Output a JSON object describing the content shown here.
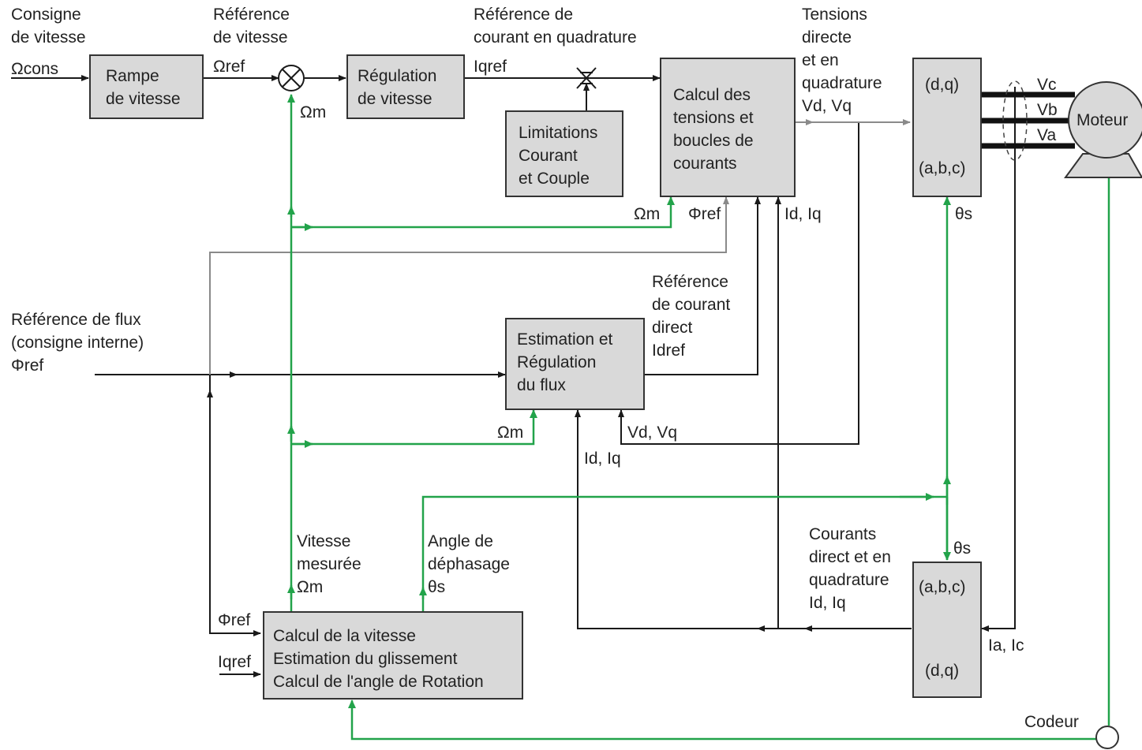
{
  "labels": {
    "consigne_vitesse": [
      "Consigne",
      "de vitesse"
    ],
    "omega_cons": "Ωcons",
    "reference_vitesse": [
      "Référence",
      "de vitesse"
    ],
    "omega_ref": "Ωref",
    "omega_m": "Ωm",
    "reference_courant_quadrature": [
      "Référence de",
      "courant en quadrature"
    ],
    "iq_ref": "Iqref",
    "tensions_directe_quadrature": [
      "Tensions",
      "directe",
      "et en",
      "quadrature",
      "Vd, Vq"
    ],
    "phi_ref": "Φref",
    "id_iq": "Id, Iq",
    "theta_s": "θs",
    "reference_courant_direct": [
      "Référence",
      "de courant",
      "direct",
      "Idref"
    ],
    "reference_flux": [
      "Référence de flux",
      "(consigne interne)",
      "Φref"
    ],
    "vd_vq": "Vd, Vq",
    "vitesse_mesuree": [
      "Vitesse",
      "mesurée",
      "Ωm"
    ],
    "angle_dephasage": [
      "Angle de",
      "déphasage",
      "θs"
    ],
    "courants_direct_quadrature": [
      "Courants",
      "direct et en",
      "quadrature",
      "Id, Iq"
    ],
    "ia_ic": "Ia, Ic",
    "vc": "Vc",
    "vb": "Vb",
    "va": "Va",
    "codeur": "Codeur"
  },
  "blocks": {
    "rampe": [
      "Rampe",
      "de vitesse"
    ],
    "regulation_vitesse": [
      "Régulation",
      "de vitesse"
    ],
    "limitations": [
      "Limitations",
      "Courant",
      "et Couple"
    ],
    "calcul_tensions": [
      "Calcul des",
      "tensions et",
      "boucles de",
      "courants"
    ],
    "dq_abc_top": [
      "(d,q)",
      "(a,b,c)"
    ],
    "moteur": "Moteur",
    "estimation_flux": [
      "Estimation et",
      "Régulation",
      "du flux"
    ],
    "calcul_vitesse": [
      "Calcul de la vitesse",
      "Estimation du glissement",
      "Calcul de l'angle de Rotation"
    ],
    "abc_dq_bottom": [
      "(a,b,c)",
      "(d,q)"
    ]
  },
  "colors": {
    "signal_black": "#1a1a1a",
    "signal_green": "#22a34a",
    "signal_grey": "#8a8a8a",
    "block_fill": "#d9d9d9"
  }
}
